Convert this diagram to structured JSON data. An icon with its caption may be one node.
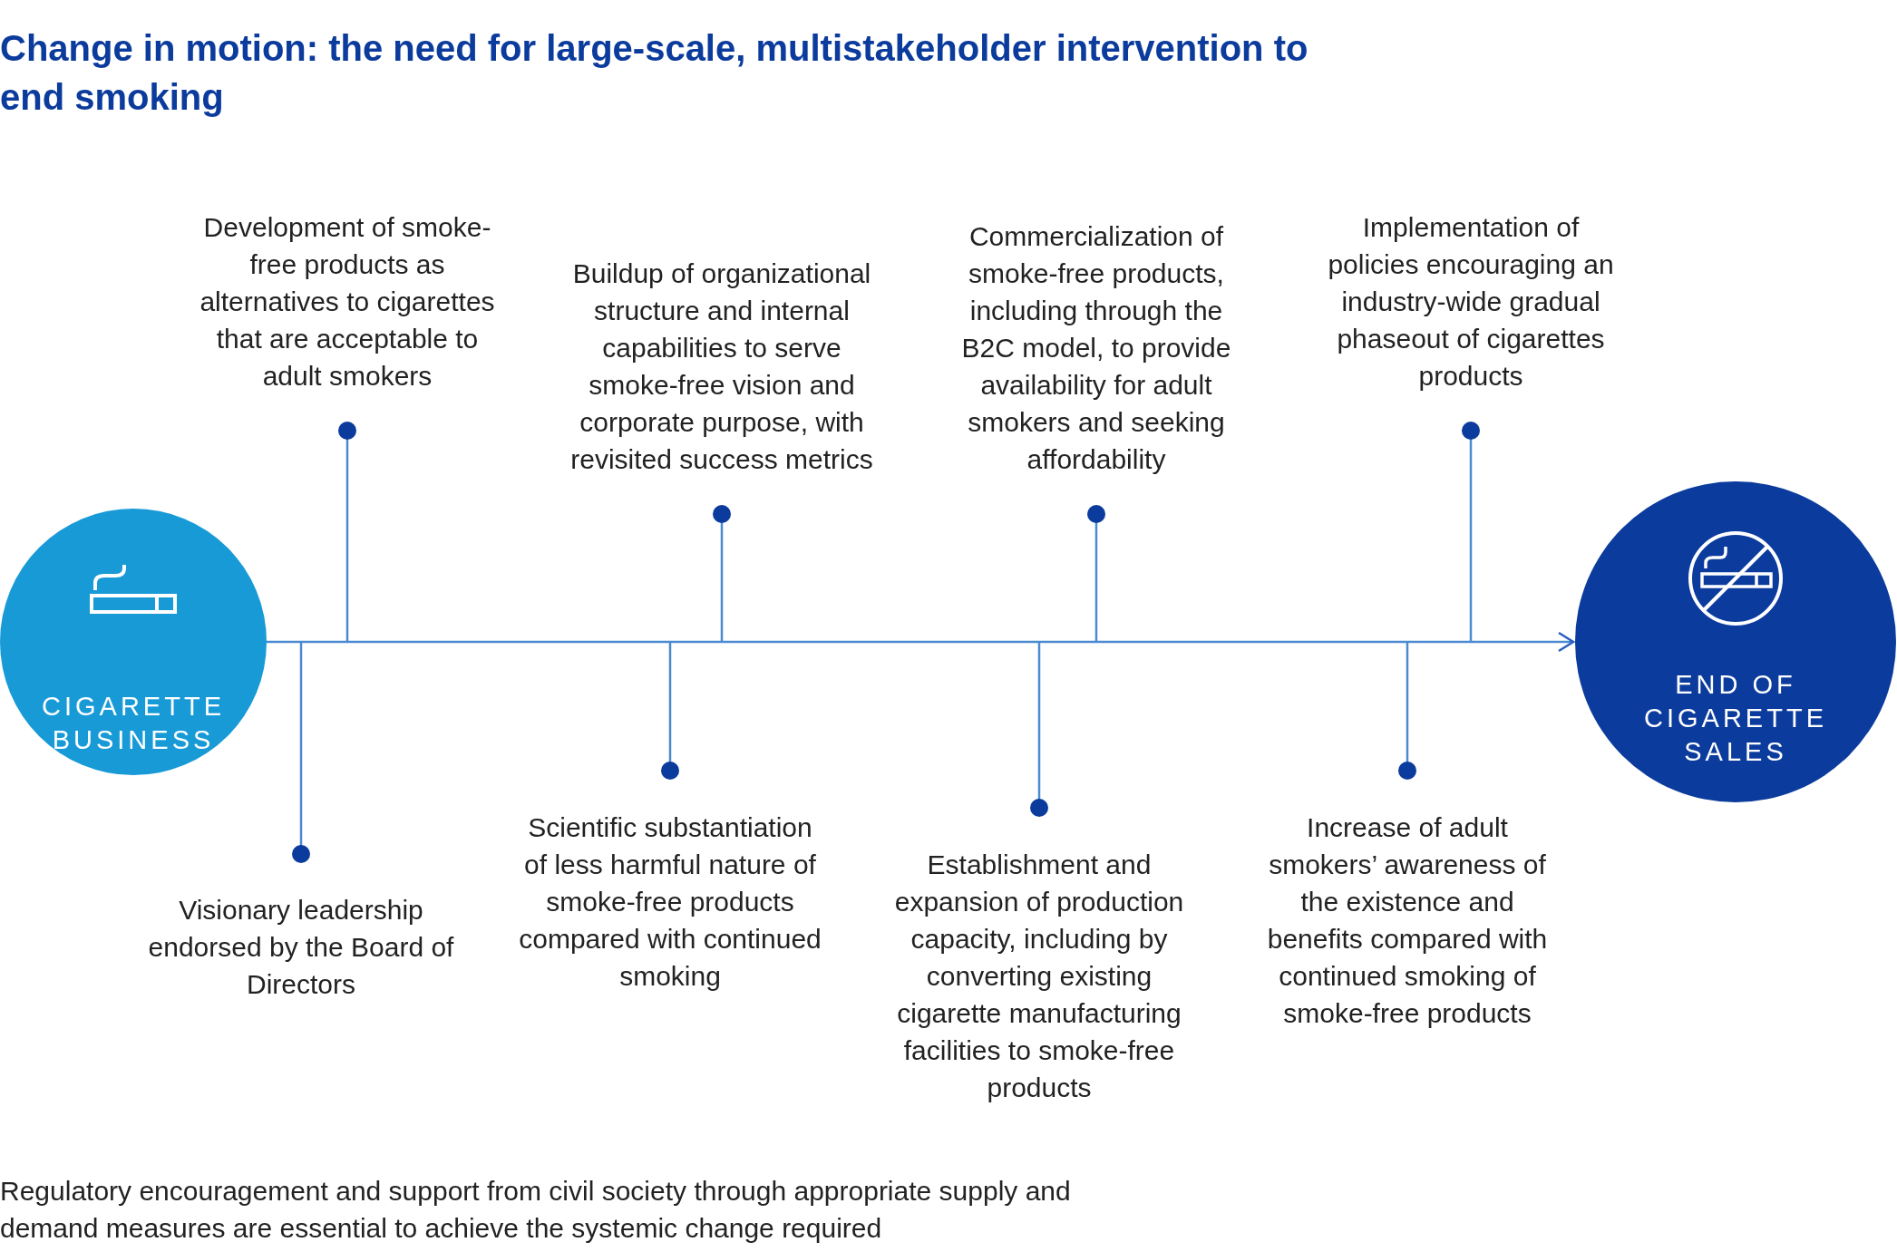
{
  "diagram": {
    "title": "Change in motion: the need for large-scale, multistakeholder intervention to end smoking",
    "nodes": [
      {
        "text": [
          "CIGARETTE BUSINESS"
        ]
      },
      {
        "text": [
          "Visionary leadership endorsed by the Board of Directors"
        ]
      },
      {
        "text": [
          "Development of smoke-free products as alternatives to cigarettes that are acceptable to adult smokers"
        ]
      },
      {
        "text": [
          "Scientific substantiation of less harmful nature of smoke-free products compared with continued smoking"
        ]
      },
      {
        "text": [
          "Buildup of organizational structure and internal capabilities to serve smoke-free vision and corporate purpose, with revisited success metrics"
        ]
      },
      {
        "text": [
          "Establishment and expansion of production capacity, including by converting existing cigarette manufacturing facilities to smoke-free products"
        ]
      },
      {
        "text": [
          "Commercialization of smoke-free products, including through the B2C model, to provide availability for adult smokers and seeking affordability"
        ]
      },
      {
        "text": [
          "Increase of adult smokers’ awareness of the existence and benefits compared with continued smoking of smoke-free products"
        ]
      },
      {
        "text": [
          "Implementation of policies encouraging an industry-wide gradual phaseout of cigarettes products"
        ]
      },
      {
        "text": [
          "END OF CIGARETTE SALES"
        ]
      }
    ],
    "edges": [
      {
        "from": 0,
        "to": 9,
        "arrow": "to"
      },
      {
        "from": 1,
        "to": null,
        "arrow": "other"
      },
      {
        "from": 2,
        "to": null,
        "arrow": "other"
      },
      {
        "from": 3,
        "to": null,
        "arrow": "other"
      },
      {
        "from": 4,
        "to": null,
        "arrow": "other"
      },
      {
        "from": 5,
        "to": null,
        "arrow": "other"
      },
      {
        "from": 6,
        "to": null,
        "arrow": "other"
      },
      {
        "from": 7,
        "to": null,
        "arrow": "other"
      },
      {
        "from": 8,
        "to": null,
        "arrow": "other"
      }
    ],
    "caption": "Regulatory encouragement and support from civil society through appropriate supply and demand measures are essential to achieve the systemic change required"
  }
}
